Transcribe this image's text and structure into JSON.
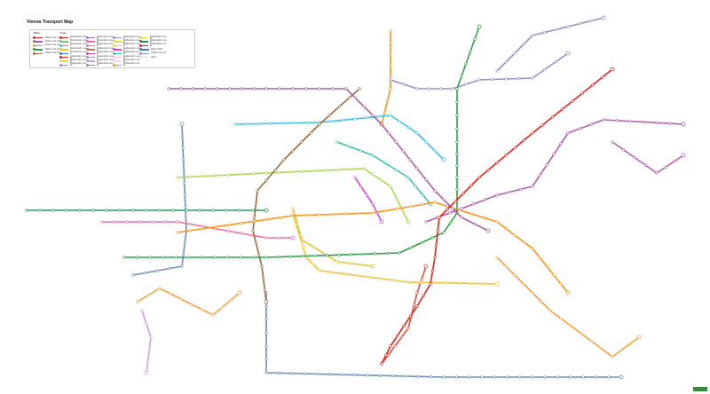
{
  "title": "Vienna Transport Map",
  "legend": {
    "metro_heading": "Metro",
    "tram_heading": "Tram",
    "metro": [
      {
        "label": "U-Bahn Linie U1",
        "color": "#e2231a"
      },
      {
        "label": "U-Bahn Linie U2",
        "color": "#a862a4"
      },
      {
        "label": "U-Bahn Linie U3",
        "color": "#f7931d"
      },
      {
        "label": "U-Bahn Linie U4",
        "color": "#319f49"
      },
      {
        "label": "U-Bahn Linie U6",
        "color": "#9d6b3f"
      }
    ],
    "tram": [
      {
        "label": "Straßenbahn Linie 1",
        "color": "#e2231a"
      },
      {
        "label": "Straßenbahn Linie 2",
        "color": "#7cc576"
      },
      {
        "label": "Straßenbahn Linie 5",
        "color": "#35c3e6"
      },
      {
        "label": "Straßenbahn Linie 6",
        "color": "#f2c12e"
      },
      {
        "label": "Straßenbahn Linie 9",
        "color": "#3b7bbf"
      },
      {
        "label": "Straßenbahn Linie 10",
        "color": "#e2231a"
      },
      {
        "label": "Straßenbahn Linie 11",
        "color": "#f2d84a"
      },
      {
        "label": "Straßenbahn Linie 18",
        "color": "#b07cc6"
      },
      {
        "label": "Straßenbahn Linie 25",
        "color": "#b07cc6"
      },
      {
        "label": "Straßenbahn Linie 26",
        "color": "#f06bb6"
      },
      {
        "label": "Straßenbahn Linie 30",
        "color": "#ee6fa8"
      },
      {
        "label": "Straßenbahn Linie 31",
        "color": "#a87b5a"
      },
      {
        "label": "Straßenbahn Linie 33",
        "color": "#d24aa0"
      },
      {
        "label": "Straßenbahn Linie 37",
        "color": "#9b8fc9"
      },
      {
        "label": "Straßenbahn Linie 38",
        "color": "#c9a0d8"
      },
      {
        "label": "Straßenbahn Linie 40",
        "color": "#8d82c4"
      },
      {
        "label": "Straßenbahn Linie 41",
        "color": "#9a8fd0"
      },
      {
        "label": "Straßenbahn Linie 42",
        "color": "#e6e03a"
      },
      {
        "label": "Straßenbahn Linie 43",
        "color": "#d7e82a"
      },
      {
        "label": "Straßenbahn Linie 44",
        "color": "#c94ae0"
      },
      {
        "label": "Straßenbahn Linie 46",
        "color": "#3dbfb0"
      },
      {
        "label": "Straßenbahn Linie 49",
        "color": "#f7c7e6"
      },
      {
        "label": "Straßenbahn Linie 52",
        "color": "#f9d3f0"
      },
      {
        "label": "Straßenbahn Linie 60",
        "color": "#f7931d"
      },
      {
        "label": "Straßenbahn Linie 62",
        "color": "#f7d23a"
      },
      {
        "label": "Straßenbahn Linie 67",
        "color": "#2e8b57"
      },
      {
        "label": "Straßenbahn Linie 71",
        "color": "#e2231a"
      },
      {
        "label": "Badner Bahn",
        "color": "#3b7bbf"
      },
      {
        "label": "U-Bahn Linie U5",
        "color": "#9b8fc9"
      },
      {
        "label": "Other",
        "color": "#dddddd"
      }
    ]
  },
  "lines": [
    {
      "id": "u1",
      "color": "#e2231a"
    },
    {
      "id": "u2",
      "color": "#a862a4"
    },
    {
      "id": "u3",
      "color": "#f7931d"
    },
    {
      "id": "u4",
      "color": "#319f49"
    },
    {
      "id": "u6",
      "color": "#9d6b3f"
    },
    {
      "id": "tram-cyan",
      "color": "#35c3e6"
    },
    {
      "id": "tram-yellow",
      "color": "#f2c12e"
    },
    {
      "id": "tram-lightgreen",
      "color": "#a6d84a"
    },
    {
      "id": "tram-purple",
      "color": "#9b8fc9"
    },
    {
      "id": "tram-pink",
      "color": "#ee6fa8"
    },
    {
      "id": "tram-magenta",
      "color": "#b55cb5"
    },
    {
      "id": "tram-blue",
      "color": "#6c8fb8"
    },
    {
      "id": "tram-green",
      "color": "#2e9a5a"
    },
    {
      "id": "tram-orange2",
      "color": "#f5a142"
    },
    {
      "id": "tram-teal",
      "color": "#3dbfb0"
    },
    {
      "id": "tram-red2",
      "color": "#e84b3a"
    },
    {
      "id": "tram-violet",
      "color": "#c94ae0"
    },
    {
      "id": "tram-gold",
      "color": "#e8c020"
    }
  ]
}
